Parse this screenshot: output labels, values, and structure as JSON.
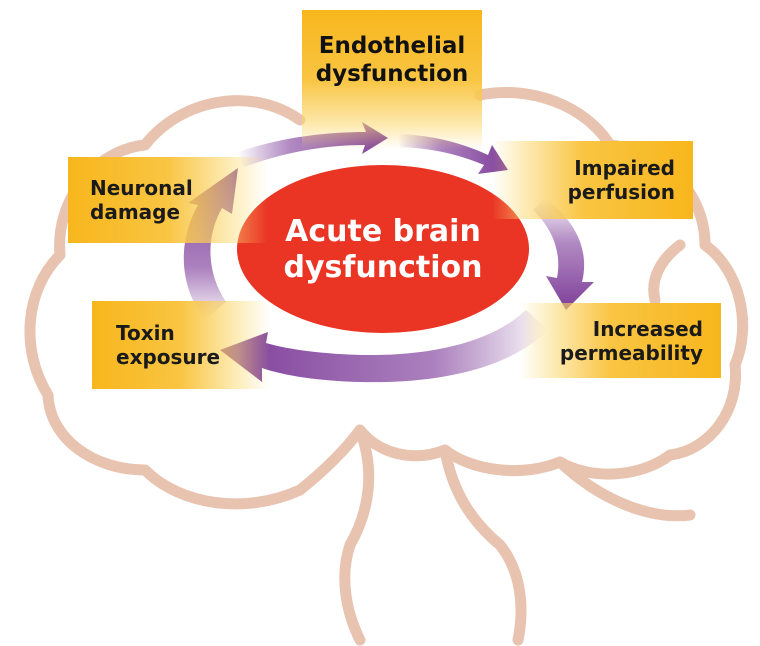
{
  "center": {
    "line1": "Acute brain",
    "line2": "dysfunction"
  },
  "nodes": {
    "endothelial": {
      "line1": "Endothelial",
      "line2": "dysfunction"
    },
    "impaired": {
      "line1": "Impaired",
      "line2": "perfusion"
    },
    "increased": {
      "line1": "Increased",
      "line2": "permeability"
    },
    "toxin": {
      "line1": "Toxin",
      "line2": "exposure"
    },
    "neuronal": {
      "line1": "Neuronal",
      "line2": "damage"
    }
  },
  "colors": {
    "brain_outline": "#e8c3b0",
    "center_fill": "#ea3424",
    "box_fill": "#f7b61c",
    "arrow": "#7d3d98"
  }
}
